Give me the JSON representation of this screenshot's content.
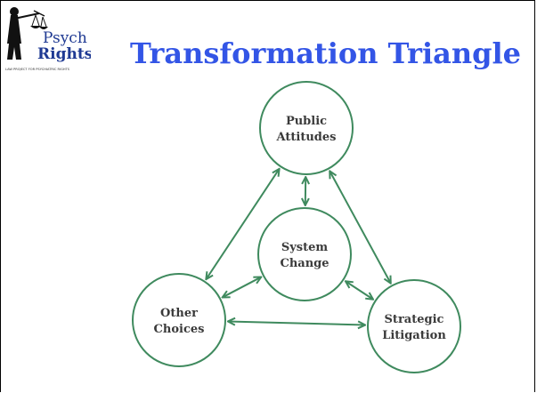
{
  "slide": {
    "title": "Transformation Triangle"
  },
  "logo": {
    "text_line1": "Psych",
    "text_line2": "Rights",
    "tagline": "LAW PROJECT FOR PSYCHIATRIC RIGHTS"
  },
  "diagram": {
    "stroke_color": "#3f8a5e",
    "nodes": [
      {
        "id": "public-attitudes",
        "lines": [
          "Public",
          "Attitudes"
        ]
      },
      {
        "id": "system-change",
        "lines": [
          "System",
          "Change"
        ]
      },
      {
        "id": "other-choices",
        "lines": [
          "Other",
          "Choices"
        ]
      },
      {
        "id": "strategic-litigation",
        "lines": [
          "Strategic",
          "Litigation"
        ]
      }
    ],
    "connections": [
      {
        "from": "public-attitudes",
        "to": "system-change"
      },
      {
        "from": "public-attitudes",
        "to": "other-choices"
      },
      {
        "from": "public-attitudes",
        "to": "strategic-litigation"
      },
      {
        "from": "system-change",
        "to": "other-choices"
      },
      {
        "from": "system-change",
        "to": "strategic-litigation"
      },
      {
        "from": "other-choices",
        "to": "strategic-litigation"
      }
    ]
  }
}
